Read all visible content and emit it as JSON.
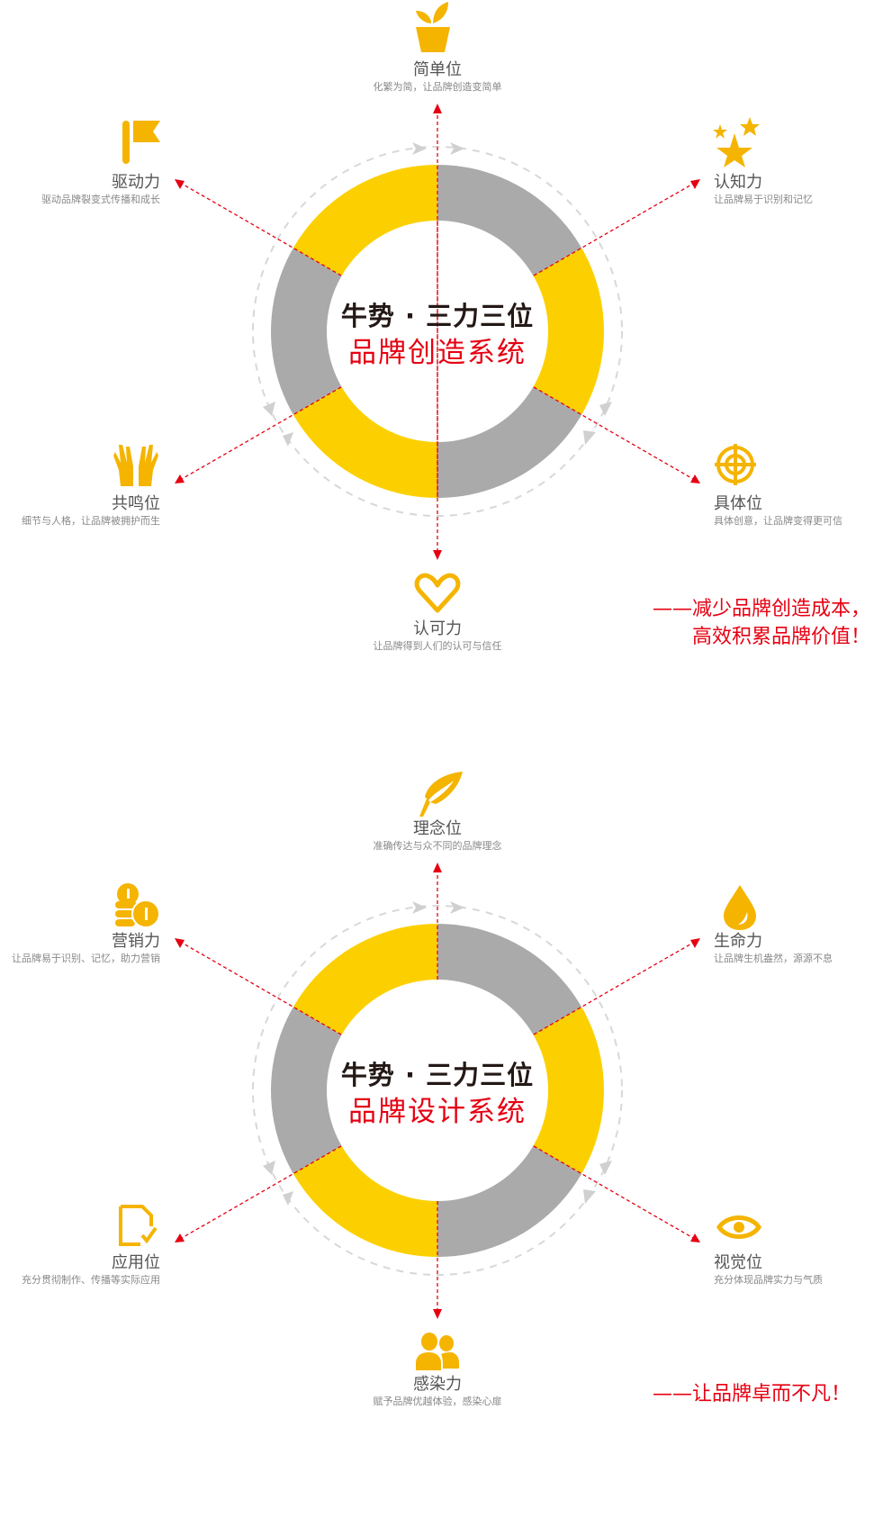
{
  "colors": {
    "yellow": "#fcd000",
    "icon": "#f5b400",
    "gray": "#aaaaaa",
    "red": "#e60012"
  },
  "sections": [
    {
      "center_title": "牛势 · 三力三位",
      "center_subtitle": "品牌创造系统",
      "nodes": {
        "top": {
          "icon": "plant-pot-icon",
          "title": "简单位",
          "desc": "化繁为简，让品牌创造变简单"
        },
        "upper_left": {
          "icon": "flag-icon",
          "title": "驱动力",
          "desc": "驱动品牌裂变式传播和成长"
        },
        "upper_right": {
          "icon": "stars-icon",
          "title": "认知力",
          "desc": "让品牌易于识别和记忆"
        },
        "lower_left": {
          "icon": "hands-icon",
          "title": "共鸣位",
          "desc": "细节与人格，让品牌被拥护而生"
        },
        "lower_right": {
          "icon": "target-icon",
          "title": "具体位",
          "desc": "具体创意，让品牌变得更可信"
        },
        "bottom": {
          "icon": "heart-icon",
          "title": "认可力",
          "desc": "让品牌得到人们的认可与信任"
        }
      },
      "slogan": [
        "——减少品牌创造成本，",
        "高效积累品牌价值！"
      ]
    },
    {
      "center_title": "牛势 · 三力三位",
      "center_subtitle": "品牌设计系统",
      "nodes": {
        "top": {
          "icon": "feather-icon",
          "title": "理念位",
          "desc": "准确传达与众不同的品牌理念"
        },
        "upper_left": {
          "icon": "coins-icon",
          "title": "营销力",
          "desc": "让品牌易于识别、记忆，助力营销"
        },
        "upper_right": {
          "icon": "drop-icon",
          "title": "生命力",
          "desc": "让品牌生机盎然，源源不息"
        },
        "lower_left": {
          "icon": "document-check-icon",
          "title": "应用位",
          "desc": "充分贯彻制作、传播等实际应用"
        },
        "lower_right": {
          "icon": "eye-icon",
          "title": "视觉位",
          "desc": "充分体现品牌实力与气质"
        },
        "bottom": {
          "icon": "people-icon",
          "title": "感染力",
          "desc": "赋予品牌优越体验，感染心扉"
        }
      },
      "slogan": [
        "——让品牌卓而不凡！"
      ]
    }
  ]
}
